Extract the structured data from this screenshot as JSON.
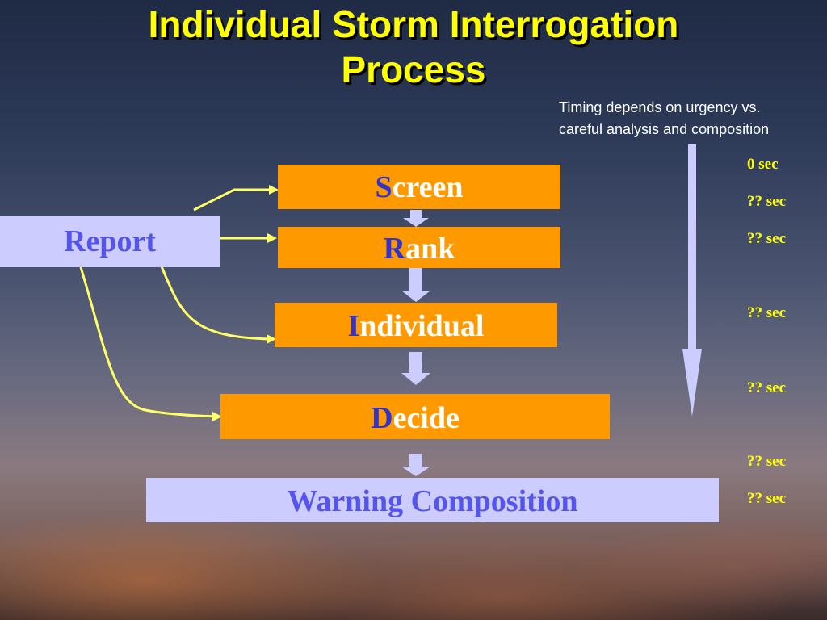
{
  "title": {
    "line1": "Individual Storm Interrogation",
    "line2": "Process"
  },
  "timing_note": {
    "line1": "Timing depends on urgency vs.",
    "line2": "careful analysis and composition"
  },
  "report": {
    "label": "Report"
  },
  "steps": [
    {
      "lead": "S",
      "rest": "creen"
    },
    {
      "lead": "R",
      "rest": "ank"
    },
    {
      "lead": "I",
      "rest": "ndividual"
    },
    {
      "lead": "D",
      "rest": "ecide"
    }
  ],
  "warning": {
    "label": "Warning Composition"
  },
  "sec_labels": [
    "0 sec",
    "?? sec",
    "?? sec",
    "?? sec",
    "?? sec",
    "?? sec",
    "?? sec"
  ],
  "colors": {
    "title": "#ffff00",
    "step_box": "#ff9900",
    "step_lead_letter": "#3333cc",
    "light_box": "#ccccff",
    "light_box_text": "#5555ee",
    "connector": "#ffff66",
    "down_arrow": "#ccccff"
  }
}
